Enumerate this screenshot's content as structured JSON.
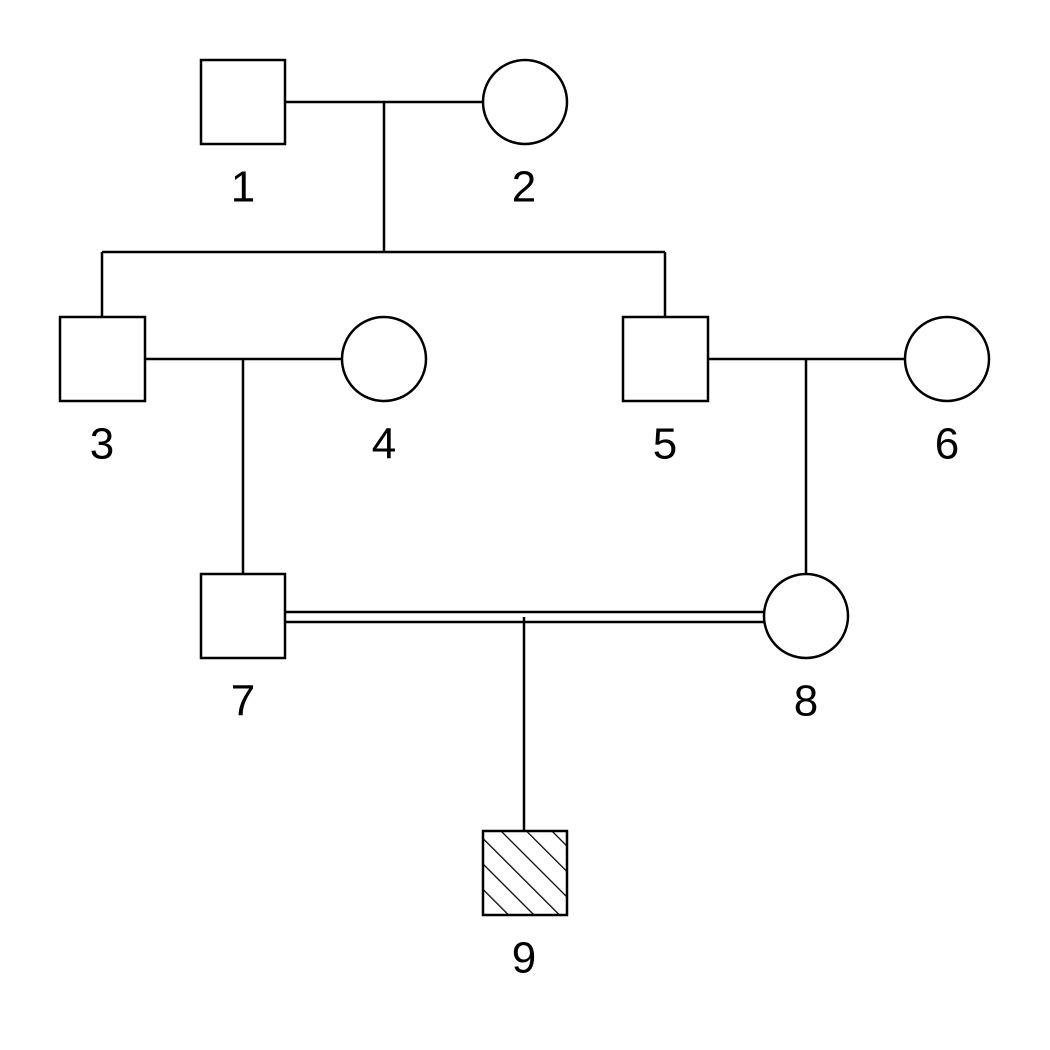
{
  "diagram": {
    "type": "pedigree",
    "colors": {
      "stroke": "#000000",
      "background": "#ffffff"
    },
    "individuals": [
      {
        "id": "1",
        "label": "1",
        "sex": "male",
        "affected": false
      },
      {
        "id": "2",
        "label": "2",
        "sex": "female",
        "affected": false
      },
      {
        "id": "3",
        "label": "3",
        "sex": "male",
        "affected": false
      },
      {
        "id": "4",
        "label": "4",
        "sex": "female",
        "affected": false
      },
      {
        "id": "5",
        "label": "5",
        "sex": "male",
        "affected": false
      },
      {
        "id": "6",
        "label": "6",
        "sex": "female",
        "affected": false
      },
      {
        "id": "7",
        "label": "7",
        "sex": "male",
        "affected": false
      },
      {
        "id": "8",
        "label": "8",
        "sex": "female",
        "affected": false
      },
      {
        "id": "9",
        "label": "9",
        "sex": "male",
        "affected": true
      }
    ],
    "unions": [
      {
        "partners": [
          "1",
          "2"
        ],
        "consanguineous": false,
        "children": [
          "3",
          "5"
        ]
      },
      {
        "partners": [
          "3",
          "4"
        ],
        "consanguineous": false,
        "children": [
          "7"
        ]
      },
      {
        "partners": [
          "5",
          "6"
        ],
        "consanguineous": false,
        "children": [
          "8"
        ]
      },
      {
        "partners": [
          "7",
          "8"
        ],
        "consanguineous": true,
        "children": [
          "9"
        ]
      }
    ]
  }
}
